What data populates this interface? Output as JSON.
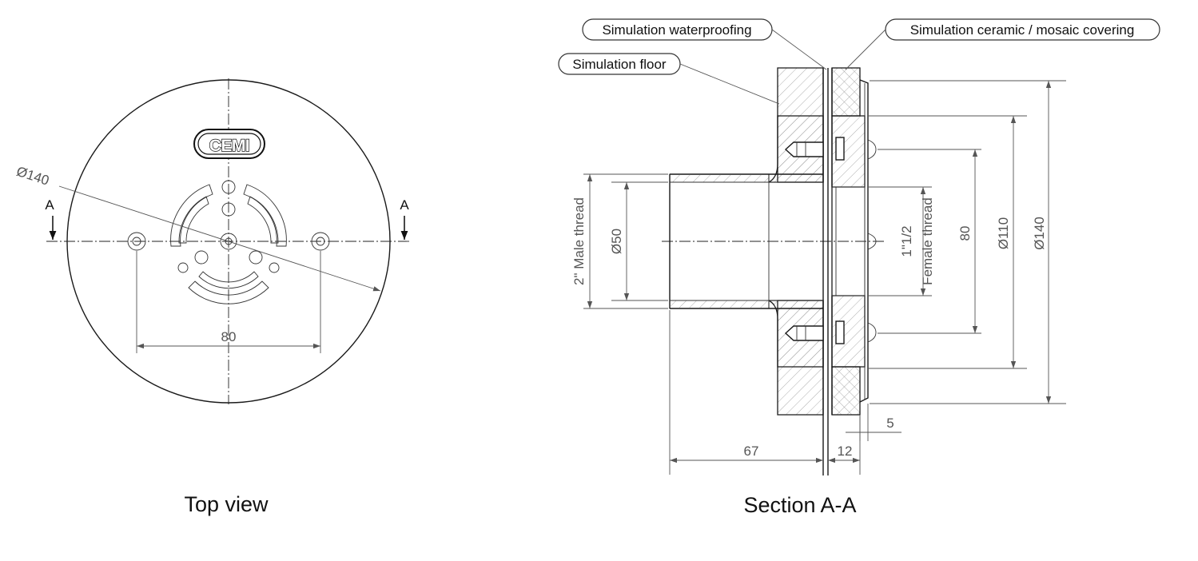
{
  "top_view": {
    "caption": "Top view",
    "logo": "CEMI",
    "section_mark_left": "A",
    "section_mark_right": "A",
    "dia_label": "Ø140",
    "dim_80": "80"
  },
  "section_view": {
    "caption": "Section A-A",
    "callout_waterproofing": "Simulation waterproofing",
    "callout_ceramic": "Simulation ceramic / mosaic covering",
    "callout_floor": "Simulation floor",
    "male_thread": "2\" Male thread",
    "dia_50": "Ø50",
    "female_thread_size": "1\"1/2",
    "female_thread": "Female thread",
    "dim_80": "80",
    "dia_110": "Ø110",
    "dia_140": "Ø140",
    "dim_5": "5",
    "dim_67": "67",
    "dim_12": "12"
  }
}
